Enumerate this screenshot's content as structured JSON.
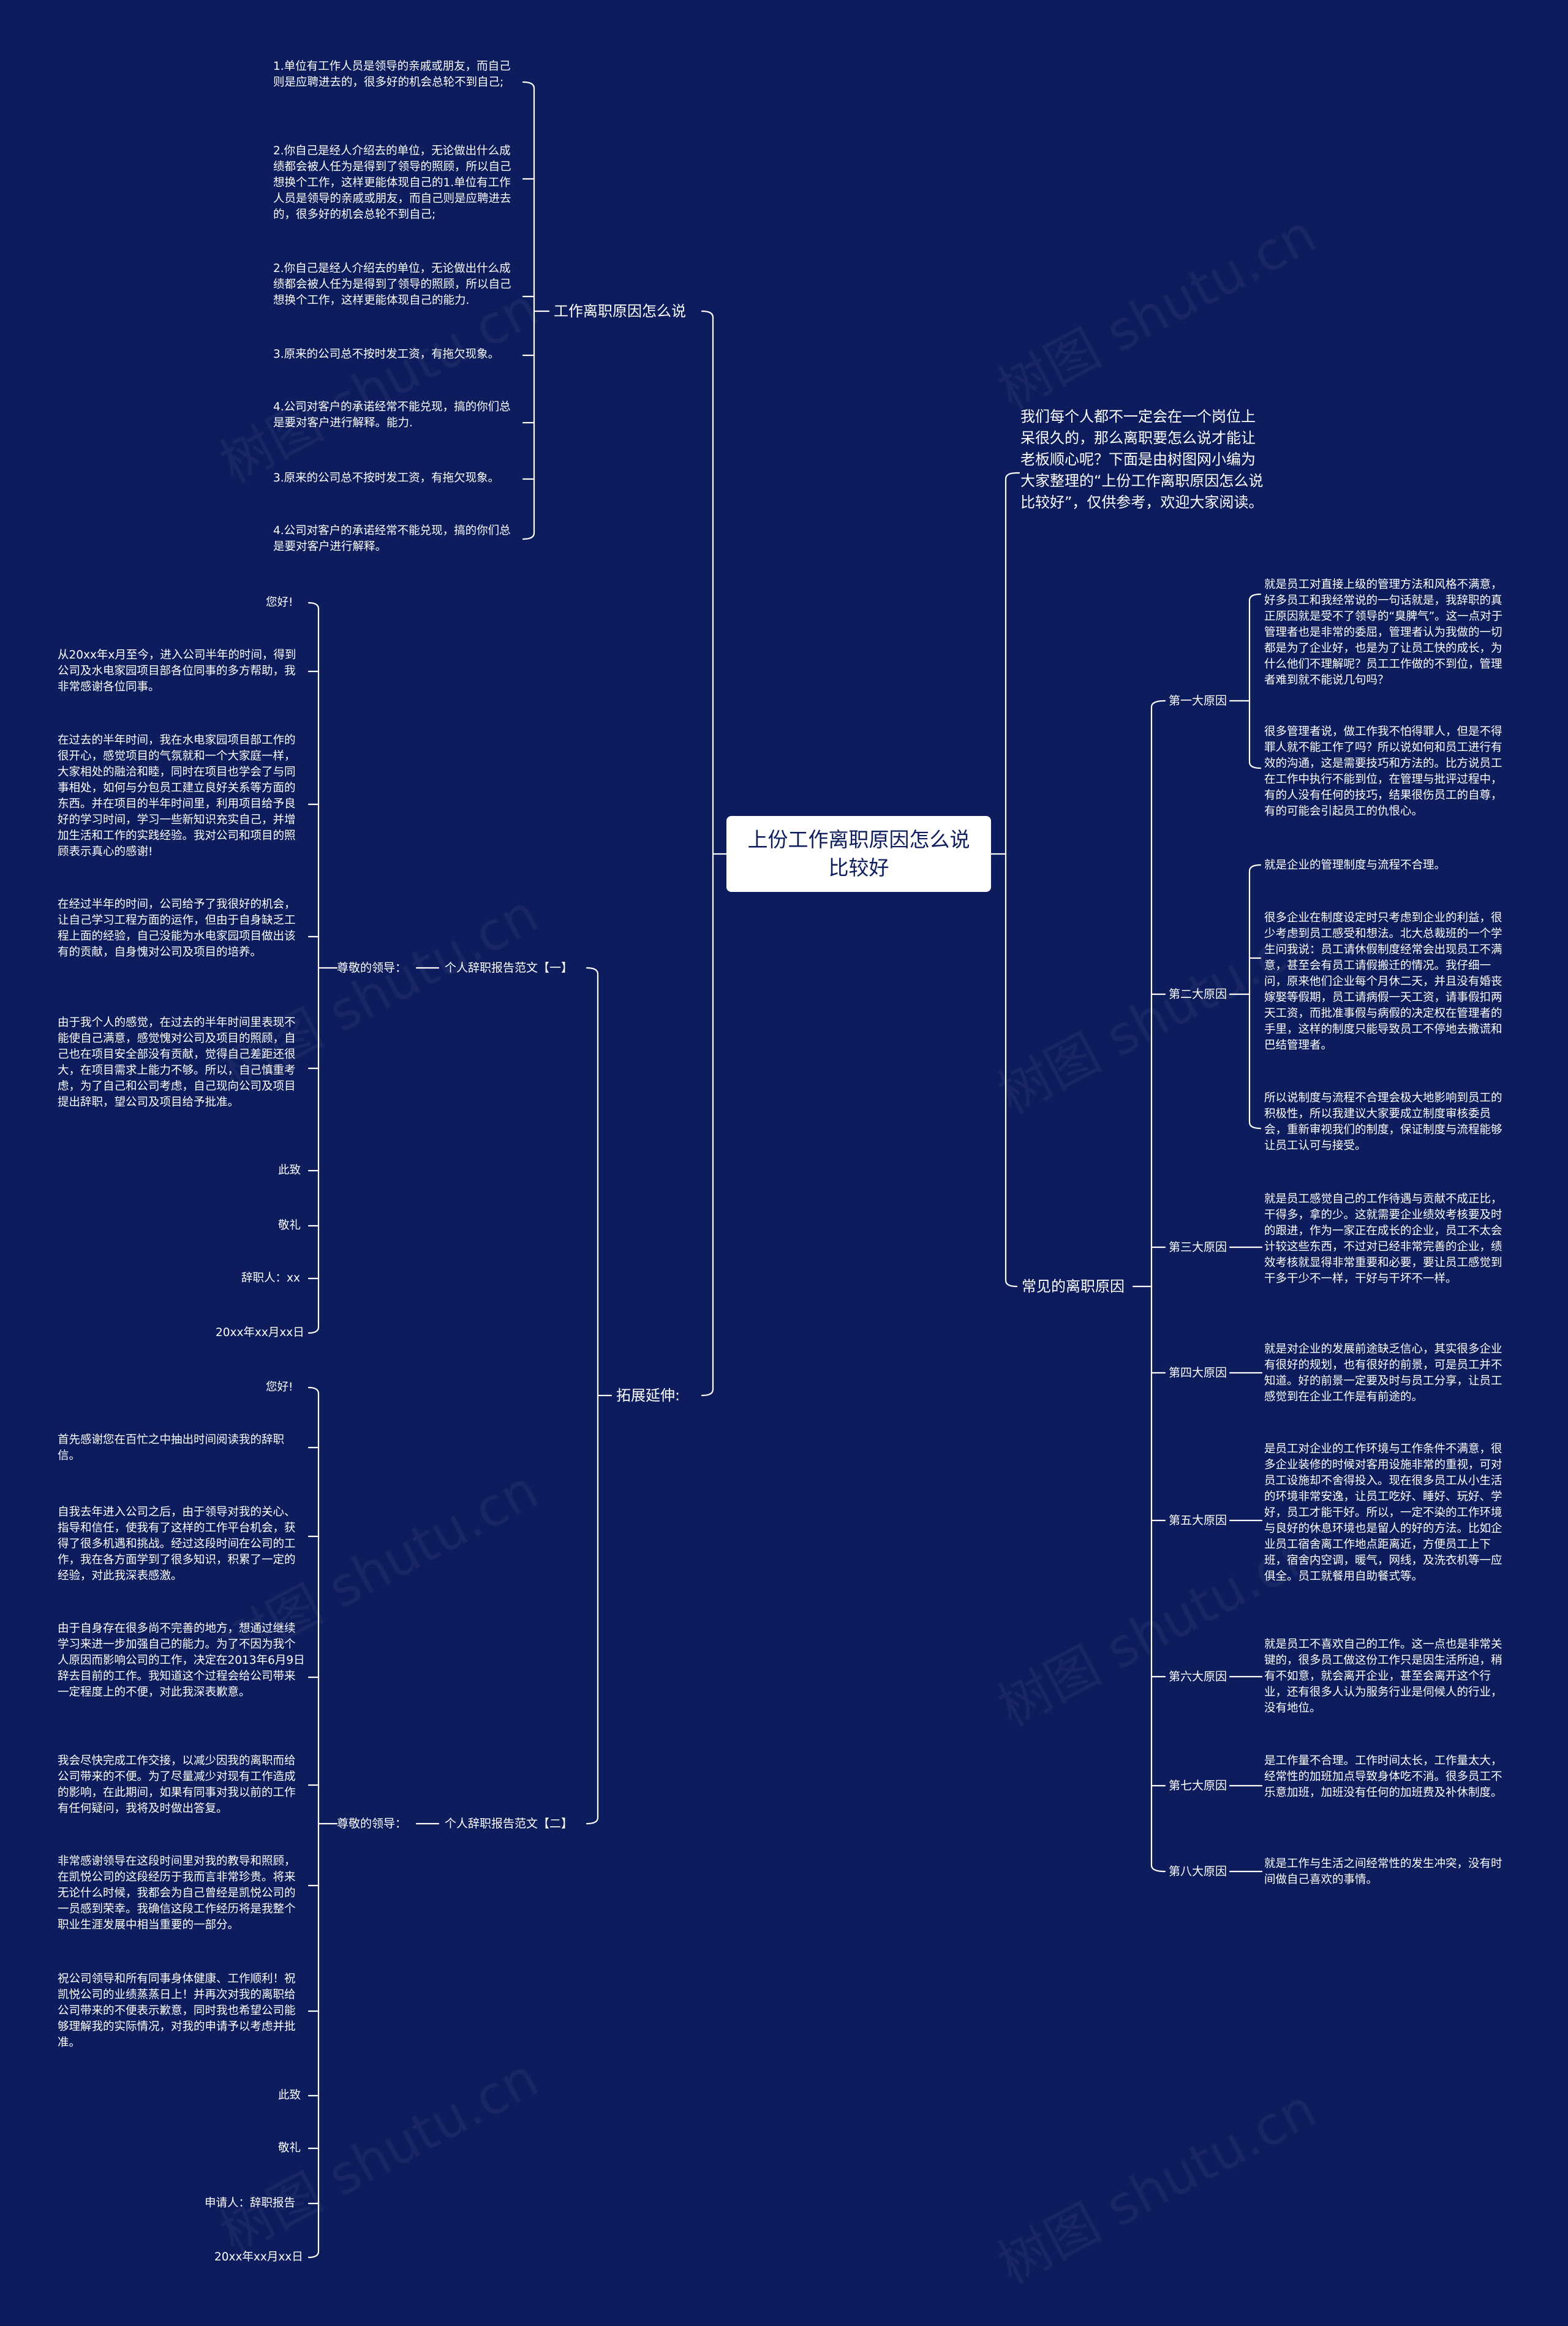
{
  "root": {
    "title": "上份工作离职原因怎么说比较好"
  },
  "watermark": "树图 shutu.cn",
  "right": {
    "intro": "我们每个人都不一定会在一个岗位上呆很久的，那么离职要怎么说才能让老板顺心呢？下面是由树图网小编为大家整理的“上份工作离职原因怎么说比较好”，仅供参考，欢迎大家阅读。",
    "common": {
      "label": "常见的离职原因",
      "reasons": [
        {
          "label": "第一大原因",
          "texts": [
            "就是员工对直接上级的管理方法和风格不满意，好多员工和我经常说的一句话就是，我辞职的真正原因就是受不了领导的“臭脾气”。这一点对于管理者也是非常的委屈，管理者认为我做的一切都是为了企业好，也是为了让员工快的成长，为什么他们不理解呢？员工工作做的不到位，管理者难到就不能说几句吗？",
            "很多管理者说，做工作我不怕得罪人，但是不得罪人就不能工作了吗？所以说如何和员工进行有效的沟通，这是需要技巧和方法的。比方说员工在工作中执行不能到位，在管理与批评过程中，有的人没有任何的技巧，结果很伤员工的自尊，有的可能会引起员工的仇恨心。"
          ]
        },
        {
          "label": "第二大原因",
          "texts": [
            "就是企业的管理制度与流程不合理。",
            "很多企业在制度设定时只考虑到企业的利益，很少考虑到员工感受和想法。北大总裁班的一个学生问我说：员工请休假制度经常会出现员工不满意，甚至会有员工请假搬迁的情况。我仔细一问，原来他们企业每个月休二天，并且没有婚丧嫁娶等假期，员工请病假一天工资，请事假扣两天工资，而批准事假与病假的决定权在管理者的手里，这样的制度只能导致员工不停地去撒谎和巴结管理者。",
            "所以说制度与流程不合理会极大地影响到员工的积极性，所以我建议大家要成立制度审核委员会，重新审视我们的制度，保证制度与流程能够让员工认可与接受。"
          ]
        },
        {
          "label": "第三大原因",
          "texts": [
            "就是员工感觉自己的工作待遇与贡献不成正比，干得多，拿的少。这就需要企业绩效考核要及时的跟进，作为一家正在成长的企业，员工不太会计较这些东西，不过对已经非常完善的企业，绩效考核就显得非常重要和必要，要让员工感觉到干多干少不一样，干好与干坏不一样。"
          ]
        },
        {
          "label": "第四大原因",
          "texts": [
            "就是对企业的发展前途缺乏信心，其实很多企业有很好的规划，也有很好的前景，可是员工并不知道。好的前景一定要及时与员工分享，让员工感觉到在企业工作是有前途的。"
          ]
        },
        {
          "label": "第五大原因",
          "texts": [
            "是员工对企业的工作环境与工作条件不满意，很多企业装修的时候对客用设施非常的重视，可对员工设施却不舍得投入。现在很多员工从小生活的环境非常安逸，让员工吃好、睡好、玩好、学好，员工才能干好。所以，一定不染的工作环境与良好的休息环境也是留人的好的方法。比如企业员工宿舍离工作地点距离近，方便员工上下班，宿舍内空调，暖气，网线，及洗衣机等一应俱全。员工就餐用自助餐式等。"
          ]
        },
        {
          "label": "第六大原因",
          "texts": [
            "就是员工不喜欢自己的工作。这一点也是非常关键的，很多员工做这份工作只是因生活所迫，稍有不如意，就会离开企业，甚至会离开这个行业，还有很多人认为服务行业是伺候人的行业，没有地位。"
          ]
        },
        {
          "label": "第七大原因",
          "texts": [
            "是工作量不合理。工作时间太长，工作量太大，经常性的加班加点导致身体吃不消。很多员工不乐意加班，加班没有任何的加班费及补休制度。"
          ]
        },
        {
          "label": "第八大原因",
          "texts": [
            "就是工作与生活之间经常性的发生冲突，没有时间做自己喜欢的事情。"
          ]
        }
      ]
    }
  },
  "left": {
    "howto": {
      "label": "工作离职原因怎么说",
      "items": [
        "1.单位有工作人员是领导的亲戚或朋友，而自己则是应聘进去的，很多好的机会总轮不到自己;",
        "2.你自己是经人介绍去的单位，无论做出什么成绩都会被人任为是得到了领导的照顾，所以自己想换个工作，这样更能体现自己的1.单位有工作人员是领导的亲戚或朋友，而自己则是应聘进去的，很多好的机会总轮不到自己;",
        "2.你自己是经人介绍去的单位，无论做出什么成绩都会被人任为是得到了领导的照顾，所以自己想换个工作，这样更能体现自己的能力.",
        "3.原来的公司总不按时发工资，有拖欠现象。",
        "4.公司对客户的承诺经常不能兑现，搞的你们总是要对客户进行解释。能力.",
        "3.原来的公司总不按时发工资，有拖欠现象。",
        "4.公司对客户的承诺经常不能兑现，搞的你们总是要对客户进行解释。"
      ]
    },
    "extend": {
      "label": "拓展延伸:",
      "sample1": {
        "label": "个人辞职报告范文【一】",
        "salutation": "尊敬的领导：",
        "items": [
          "您好!",
          "从20xx年x月至今，进入公司半年的时间，得到公司及水电家园项目部各位同事的多方帮助，我非常感谢各位同事。",
          "在过去的半年时间，我在水电家园项目部工作的很开心，感觉项目的气氛就和一个大家庭一样，大家相处的融洽和睦，同时在项目也学会了与同事相处，如何与分包员工建立良好关系等方面的东西。并在项目的半年时间里，利用项目给予良好的学习时间，学习一些新知识充实自己，并增加生活和工作的实践经验。我对公司和项目的照顾表示真心的感谢!",
          "在经过半年的时间，公司给予了我很好的机会，让自己学习工程方面的运作，但由于自身缺乏工程上面的经验，自己没能为水电家园项目做出该有的贡献，自身愧对公司及项目的培养。",
          "由于我个人的感觉，在过去的半年时间里表现不能使自己满意，感觉愧对公司及项目的照顾，自己也在项目安全部没有贡献，觉得自己差距还很大，在项目需求上能力不够。所以，自己慎重考虑，为了自己和公司考虑，自己现向公司及项目提出辞职，望公司及项目给予批准。",
          "此致",
          "敬礼",
          "辞职人：xx",
          "20xx年xx月xx日"
        ]
      },
      "sample2": {
        "label": "个人辞职报告范文【二】",
        "salutation": "尊敬的领导：",
        "items": [
          "您好!",
          "首先感谢您在百忙之中抽出时间阅读我的辞职信。",
          "自我去年进入公司之后，由于领导对我的关心、指导和信任，使我有了这样的工作平台机会，获得了很多机遇和挑战。经过这段时间在公司的工作，我在各方面学到了很多知识，积累了一定的经验，对此我深表感激。",
          "由于自身存在很多尚不完善的地方，想通过继续学习来进一步加强自己的能力。为了不因为我个人原因而影响公司的工作，决定在2013年6月9日辞去目前的工作。我知道这个过程会给公司带来一定程度上的不便，对此我深表歉意。",
          "我会尽快完成工作交接，以减少因我的离职而给公司带来的不便。为了尽量减少对现有工作造成的影响，在此期间，如果有同事对我以前的工作有任何疑问，我将及时做出答复。",
          "非常感谢领导在这段时间里对我的教导和照顾，在凯悦公司的这段经历于我而言非常珍贵。将来无论什么时候，我都会为自己曾经是凯悦公司的一员感到荣幸。我确信这段工作经历将是我整个职业生涯发展中相当重要的一部分。",
          "祝公司领导和所有同事身体健康、工作顺利！祝凯悦公司的业绩蒸蒸日上！并再次对我的离职给公司带来的不便表示歉意，同时我也希望公司能够理解我的实际情况，对我的申请予以考虑并批准。",
          "此致",
          "敬礼",
          "申请人：辞职报告",
          "20xx年xx月xx日"
        ]
      }
    }
  }
}
